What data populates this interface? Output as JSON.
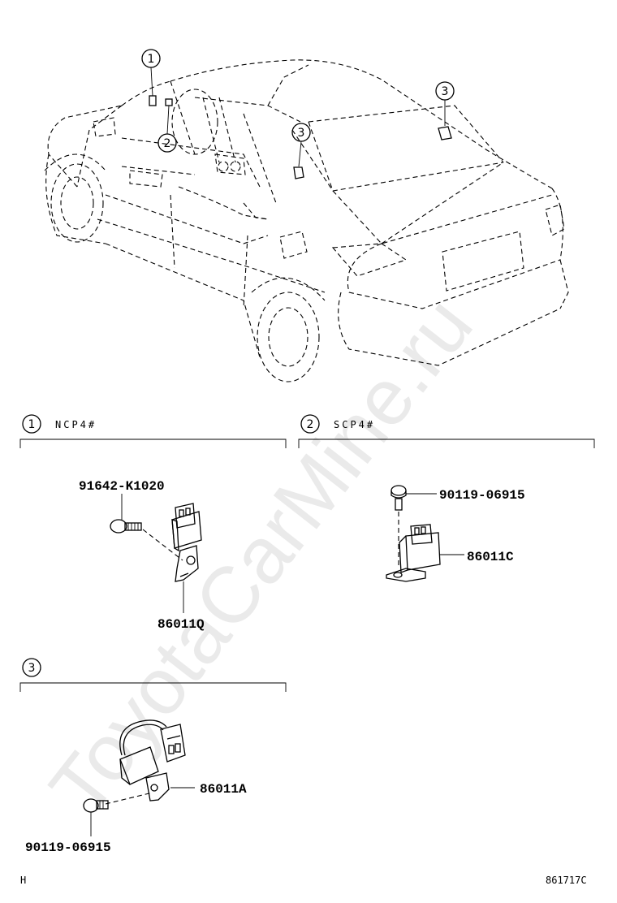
{
  "watermark": "ToyotaCarMine.ru",
  "callouts": {
    "c1": "1",
    "c2": "2",
    "c3a": "3",
    "c3b": "3"
  },
  "section1": {
    "number": "1",
    "title": "NCP4#"
  },
  "section2": {
    "number": "2",
    "title": "SCP4#"
  },
  "section3": {
    "number": "3",
    "title": ""
  },
  "parts": {
    "bolt_1": "91642-K1020",
    "sensor_1": "86011Q",
    "bolt_2": "90119-06915",
    "sensor_2": "86011C",
    "sensor_3": "86011A",
    "bolt_3": "90119-06915"
  },
  "footer": {
    "left": "H",
    "right": "861717C"
  }
}
